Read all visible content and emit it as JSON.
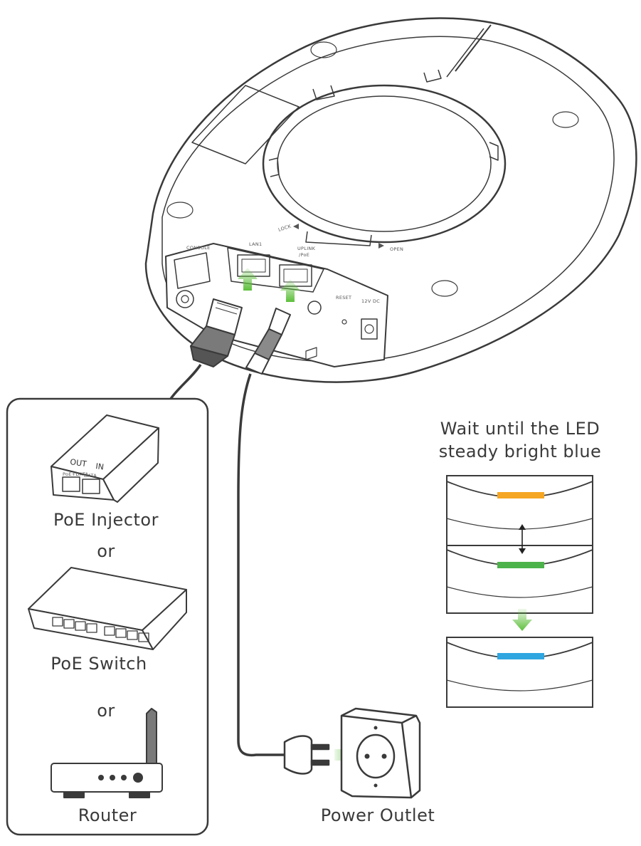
{
  "device": {
    "port_labels": {
      "console": "CONSOLE",
      "lan1": "LAN1",
      "uplink_poe": [
        "UPLINK",
        "/PoE"
      ],
      "reset": "RESET",
      "dc": "12V DC",
      "lock": "LOCK",
      "open": "OPEN"
    }
  },
  "power_sources": {
    "injector": {
      "label": "PoE Injector",
      "out": "OUT",
      "in": "IN",
      "port_out": "PoE+DATA",
      "port_in": "DATA"
    },
    "or_1": "or",
    "switch": {
      "label": "PoE Switch"
    },
    "or_2": "or",
    "router": {
      "label": "Router"
    }
  },
  "outlet": {
    "label": "Power Outlet"
  },
  "led": {
    "instruction": [
      "Wait until the LED",
      "steady bright blue"
    ],
    "colors": {
      "amber": "#f5a623",
      "green": "#4cb24a",
      "blue": "#2fa6e0"
    }
  },
  "colors": {
    "arrow_green": "#5cbf3a",
    "line": "#3a3a3a"
  }
}
